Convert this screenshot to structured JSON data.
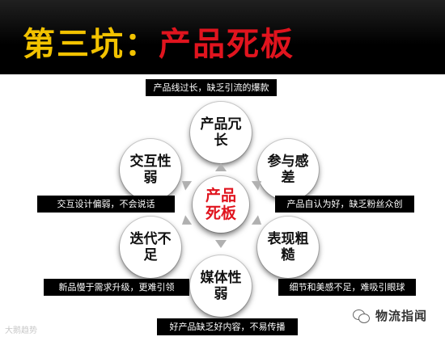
{
  "header": {
    "title_prefix": "第三坑：",
    "title_main": "产品死板",
    "colors": {
      "prefix": "#f2c200",
      "main": "#e0141e",
      "background": "#000000"
    }
  },
  "diagram": {
    "center": "产品死板",
    "nodes": [
      {
        "id": "top",
        "label": "产品冗长",
        "note": "产品线过长，缺乏引流的爆款"
      },
      {
        "id": "upper-right",
        "label": "参与感差",
        "note": "产品自认为好，缺乏粉丝众创"
      },
      {
        "id": "lower-right",
        "label": "表现粗糙",
        "note": "细节和美感不足，难吸引眼球"
      },
      {
        "id": "bottom",
        "label": "媒体性弱",
        "note": "好产品缺乏好内容，不易传播"
      },
      {
        "id": "lower-left",
        "label": "迭代不足",
        "note": "新品慢于需求升级，更难引领"
      },
      {
        "id": "upper-left",
        "label": "交互性弱",
        "note": "交互设计偏弱，不会说话"
      }
    ]
  },
  "footer": {
    "watermark": "大鹅趋势",
    "brand": "物流指闻",
    "brand_icon": "wechat-icon"
  }
}
